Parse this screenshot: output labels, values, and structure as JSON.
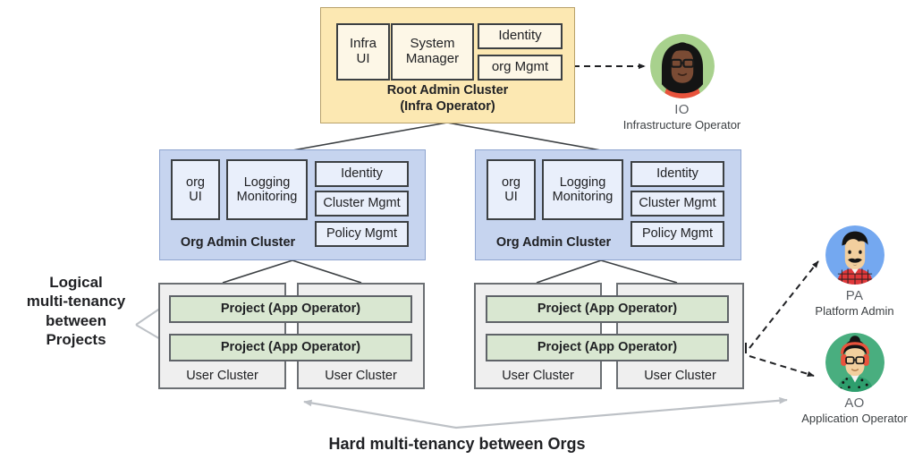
{
  "diagram": {
    "title": "Multi-tenancy cluster architecture",
    "colors": {
      "root_fill": "#fce8b2",
      "root_inner_fill": "#fdf7e7",
      "org_fill": "#c6d4ef",
      "org_inner_fill": "#e9effb",
      "user_cluster_fill": "#efefef",
      "project_fill": "#d9e7d1",
      "stroke": "#3c4043",
      "connector": "#3c4043",
      "annotation_arrow": "#bdc1c6"
    }
  },
  "root_cluster": {
    "caption_line1": "Root Admin Cluster",
    "caption_line2": "(Infra Operator)",
    "components": [
      {
        "label": "Infra\nUI",
        "line1": "Infra",
        "line2": "UI"
      },
      {
        "label": "System Manager",
        "line1": "System",
        "line2": "Manager"
      },
      {
        "label": "Identity"
      },
      {
        "label": "org Mgmt"
      }
    ]
  },
  "org_clusters": [
    {
      "id": "org-left",
      "caption": "Org Admin Cluster",
      "components": [
        {
          "line1": "org",
          "line2": "UI"
        },
        {
          "line1": "Logging",
          "line2": "Monitoring"
        },
        {
          "label": "Identity"
        },
        {
          "label": "Cluster Mgmt"
        },
        {
          "label": "Policy Mgmt"
        }
      ],
      "user_clusters": [
        {
          "label": "User Cluster"
        },
        {
          "label": "User Cluster"
        }
      ],
      "projects": [
        {
          "label": "Project (App Operator)"
        },
        {
          "label": "Project (App Operator)"
        }
      ]
    },
    {
      "id": "org-right",
      "caption": "Org Admin Cluster",
      "components": [
        {
          "line1": "org",
          "line2": "UI"
        },
        {
          "line1": "Logging",
          "line2": "Monitoring"
        },
        {
          "label": "Identity"
        },
        {
          "label": "Cluster Mgmt"
        },
        {
          "label": "Policy Mgmt"
        }
      ],
      "user_clusters": [
        {
          "label": "User Cluster"
        },
        {
          "label": "User Cluster"
        }
      ],
      "projects": [
        {
          "label": "Project (App Operator)"
        },
        {
          "label": "Project  (App Operator)"
        }
      ]
    }
  ],
  "annotations": {
    "left_note": "Logical\nmulti-tenancy\nbetween\nProjects",
    "left_note_lines": [
      "Logical",
      "multi-tenancy",
      "between",
      "Projects"
    ],
    "bottom_note": "Hard multi-tenancy between Orgs"
  },
  "personas": [
    {
      "id": "io",
      "abbr": "IO",
      "role": "Infrastructure Operator",
      "avatar_icon": "person-avatar-icon",
      "circle_color": "#a8d18d",
      "skin": "#7a4b34",
      "hair": "#111111",
      "accent": "#e8533c"
    },
    {
      "id": "pa",
      "abbr": "PA",
      "role": "Platform Admin",
      "avatar_icon": "person-avatar-icon",
      "circle_color": "#74a8f0",
      "skin": "#f2cf9e",
      "hair": "#141414",
      "accent": "#e0383a"
    },
    {
      "id": "ao",
      "abbr": "AO",
      "role": "Application Operator",
      "avatar_icon": "person-avatar-icon",
      "circle_color": "#49ae7f",
      "skin": "#f2cf9e",
      "hair": "#141414",
      "accent": "#e8533c"
    }
  ]
}
